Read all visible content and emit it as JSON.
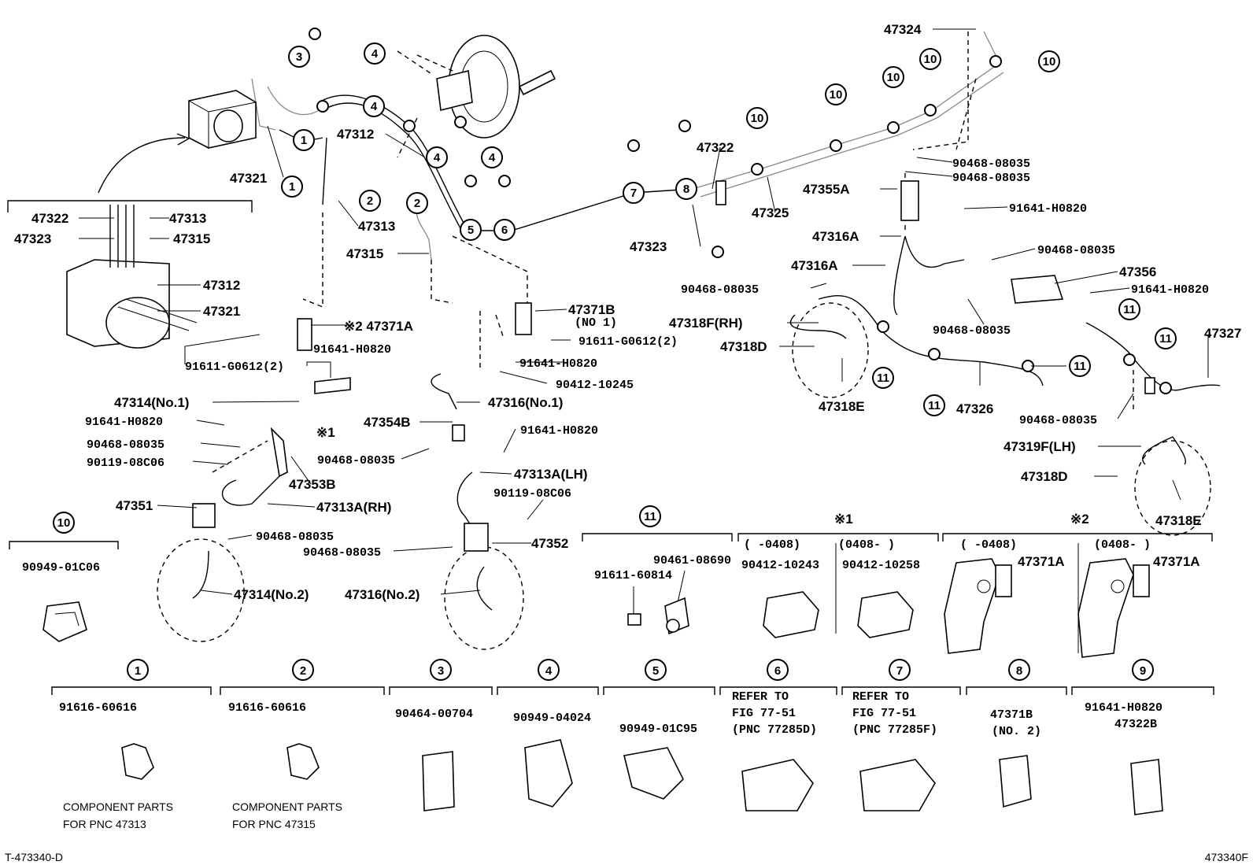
{
  "diagram": {
    "figure_code_left": "T-473340-D",
    "figure_code_right": "473340F",
    "callouts": [
      {
        "id": "c47324",
        "text": "47324"
      },
      {
        "id": "c47312a",
        "text": "47312"
      },
      {
        "id": "c47321a",
        "text": "47321"
      },
      {
        "id": "c47322a",
        "text": "47322"
      },
      {
        "id": "c47313a",
        "text": "47313"
      },
      {
        "id": "c47323a",
        "text": "47323"
      },
      {
        "id": "c47315a",
        "text": "47315"
      },
      {
        "id": "c47312b",
        "text": "47312"
      },
      {
        "id": "c47321b",
        "text": "47321"
      },
      {
        "id": "c47313b",
        "text": "47313"
      },
      {
        "id": "c47315b",
        "text": "47315"
      },
      {
        "id": "c47322b",
        "text": "47322"
      },
      {
        "id": "c47323b",
        "text": "47323"
      },
      {
        "id": "c47325",
        "text": "47325"
      },
      {
        "id": "c47355A",
        "text": "47355A"
      },
      {
        "id": "c90468a",
        "text": "90468-08035"
      },
      {
        "id": "c90468b",
        "text": "90468-08035"
      },
      {
        "id": "c91641a",
        "text": "91641-H0820"
      },
      {
        "id": "c47316Aa",
        "text": "47316A"
      },
      {
        "id": "c47316Ab",
        "text": "47316A"
      },
      {
        "id": "c90468c",
        "text": "90468-08035"
      },
      {
        "id": "c47356",
        "text": "47356"
      },
      {
        "id": "c90468d",
        "text": "90468-08035"
      },
      {
        "id": "c91641b",
        "text": "91641-H0820"
      },
      {
        "id": "c47318F",
        "text": "47318F(RH)"
      },
      {
        "id": "c47318D1",
        "text": "47318D"
      },
      {
        "id": "c90468e",
        "text": "90468-08035"
      },
      {
        "id": "c47327",
        "text": "47327"
      },
      {
        "id": "c47318E1",
        "text": "47318E"
      },
      {
        "id": "c47326",
        "text": "47326"
      },
      {
        "id": "c90468f",
        "text": "90468-08035"
      },
      {
        "id": "c47319F",
        "text": "47319F(LH)"
      },
      {
        "id": "c47318D2",
        "text": "47318D"
      },
      {
        "id": "c47318E2",
        "text": "47318E"
      },
      {
        "id": "c47371B",
        "text": "47371B"
      },
      {
        "id": "c47371Bno",
        "text": "(NO 1)"
      },
      {
        "id": "c47371A",
        "text": "※2 47371A"
      },
      {
        "id": "c91611a",
        "text": "91611-G0612(2)"
      },
      {
        "id": "c91611b",
        "text": "91611-G0612(2)"
      },
      {
        "id": "c91641c",
        "text": "91641-H0820"
      },
      {
        "id": "c91641d",
        "text": "91641-H0820"
      },
      {
        "id": "c90412",
        "text": "90412-10245"
      },
      {
        "id": "c47314n1",
        "text": "47314(No.1)"
      },
      {
        "id": "c47316n1",
        "text": "47316(No.1)"
      },
      {
        "id": "c91641e",
        "text": "91641-H0820"
      },
      {
        "id": "c91641f",
        "text": "91641-H0820"
      },
      {
        "id": "cx1",
        "text": "※1"
      },
      {
        "id": "c47354B",
        "text": "47354B"
      },
      {
        "id": "c90468g",
        "text": "90468-08035"
      },
      {
        "id": "c90468h",
        "text": "90468-08035"
      },
      {
        "id": "c90119a",
        "text": "90119-08C06"
      },
      {
        "id": "c47353B",
        "text": "47353B"
      },
      {
        "id": "c47313ALH",
        "text": "47313A(LH)"
      },
      {
        "id": "c47351",
        "text": "47351"
      },
      {
        "id": "c47313ARH",
        "text": "47313A(RH)"
      },
      {
        "id": "c90119b",
        "text": "90119-08C06"
      },
      {
        "id": "c90468i",
        "text": "90468-08035"
      },
      {
        "id": "c90468j",
        "text": "90468-08035"
      },
      {
        "id": "c47352",
        "text": "47352"
      },
      {
        "id": "c47314n2",
        "text": "47314(No.2)"
      },
      {
        "id": "c47316n2",
        "text": "47316(No.2)"
      }
    ],
    "ref_numbers": [
      "1",
      "2",
      "3",
      "4",
      "5",
      "6",
      "7",
      "8",
      "9",
      "10",
      "11"
    ],
    "detail_10": {
      "num": "10",
      "part": "90949-01C06"
    },
    "detail_11": {
      "num": "11",
      "part_a": "90461-08690",
      "part_b": "91611-60814"
    },
    "detail_x1": {
      "mark": "※1",
      "range_a": "( -0408)",
      "range_b": "(0408- )",
      "part_a": "90412-10243",
      "part_b": "90412-10258"
    },
    "detail_x2": {
      "mark": "※2",
      "range_a": "( -0408)",
      "range_b": "(0408- )",
      "part_a": "47371A",
      "part_b": "47371A"
    },
    "bottom_details": [
      {
        "num": "1",
        "lines": [
          "91616-60616"
        ],
        "caption": [
          "COMPONENT PARTS",
          "FOR PNC 47313"
        ]
      },
      {
        "num": "2",
        "lines": [
          "91616-60616"
        ],
        "caption": [
          "COMPONENT PARTS",
          "FOR PNC 47315"
        ]
      },
      {
        "num": "3",
        "lines": [
          "90464-00704"
        ],
        "caption": []
      },
      {
        "num": "4",
        "lines": [
          "90949-04024"
        ],
        "caption": []
      },
      {
        "num": "5",
        "lines": [
          "90949-01C95"
        ],
        "caption": []
      },
      {
        "num": "6",
        "lines": [
          "REFER TO",
          "FIG 77-51",
          "(PNC 77285D)"
        ],
        "caption": []
      },
      {
        "num": "7",
        "lines": [
          "REFER TO",
          "FIG 77-51",
          "(PNC 77285F)"
        ],
        "caption": []
      },
      {
        "num": "8",
        "lines": [
          "47371B",
          "(NO. 2)"
        ],
        "caption": []
      },
      {
        "num": "9",
        "lines": [
          "91641-H0820",
          "47322B"
        ],
        "caption": []
      }
    ]
  }
}
